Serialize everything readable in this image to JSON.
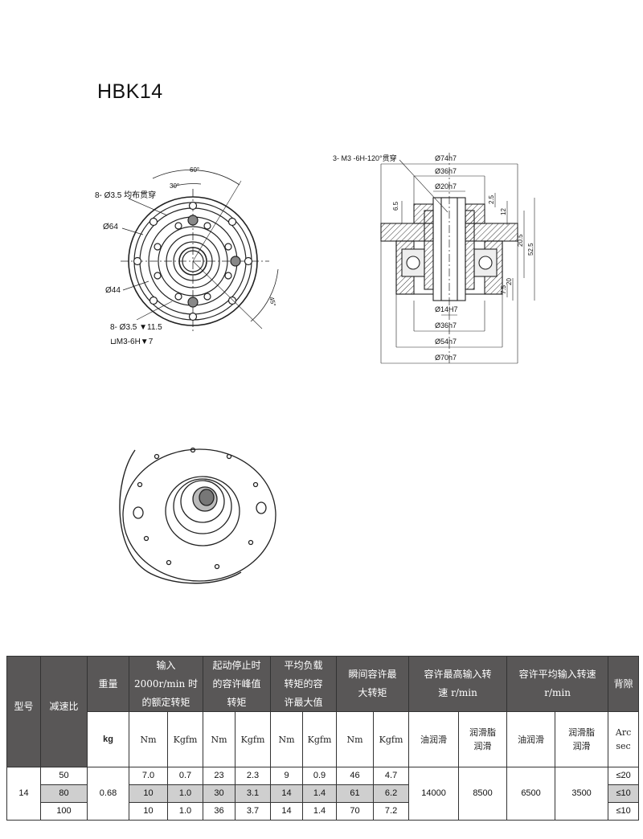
{
  "title": "HBK14",
  "front_view": {
    "label_holes_top": "8- Ø3.5 均布贯穿",
    "label_d64": "Ø64",
    "label_d44": "Ø44",
    "label_holes_bottom": "8- Ø3.5 ▼11.5",
    "label_thread": "⊔M3-6H▼7",
    "angle_60": "60°",
    "angle_30": "30°",
    "angle_45": "45°"
  },
  "section_view": {
    "label_thread_top": "3- M3 -6H-120°贯穿",
    "dims_top": [
      "Ø74h7",
      "Ø36h7",
      "Ø20h7"
    ],
    "dims_bottom": [
      "Ø14H7",
      "Ø36h7",
      "Ø54h7",
      "Ø70h7"
    ],
    "dims_side_left": "6.5",
    "dims_side_right": [
      "12",
      "2.5",
      "20.5",
      "52.5",
      "20",
      "7.5"
    ]
  },
  "table": {
    "headers": {
      "model": "型号",
      "ratio": "减速比",
      "weight": "重量",
      "rated_torque": [
        "输入",
        "2000r/min 时",
        "的额定转矩"
      ],
      "peak_torque": [
        "起动停止时",
        "的容许峰值",
        "转矩"
      ],
      "avg_torque": [
        "平均负载",
        "转矩的容",
        "许最大值"
      ],
      "instant_torque": [
        "瞬间容许最",
        "大转矩"
      ],
      "max_speed": [
        "容许最高输入转",
        "速 r/min"
      ],
      "avg_speed": [
        "容许平均输入转速",
        "r/min"
      ],
      "backlash": "背隙"
    },
    "units": {
      "weight": "kg",
      "nm": "Nm",
      "kgfm": "Kgfm",
      "oil": "油润滑",
      "grease": [
        "润滑脂",
        "润滑"
      ],
      "arc": [
        "Arc",
        "sec"
      ]
    },
    "model": "14",
    "weight": "0.68",
    "max_speed_oil": "14000",
    "max_speed_grease": "8500",
    "avg_speed_oil": "6500",
    "avg_speed_grease": "3500",
    "rows": [
      {
        "ratio": "50",
        "rated_nm": "7.0",
        "rated_kgfm": "0.7",
        "peak_nm": "23",
        "peak_kgfm": "2.3",
        "avg_nm": "9",
        "avg_kgfm": "0.9",
        "inst_nm": "46",
        "inst_kgfm": "4.7",
        "backlash": "≤20"
      },
      {
        "ratio": "80",
        "rated_nm": "10",
        "rated_kgfm": "1.0",
        "peak_nm": "30",
        "peak_kgfm": "3.1",
        "avg_nm": "14",
        "avg_kgfm": "1.4",
        "inst_nm": "61",
        "inst_kgfm": "6.2",
        "backlash": "≤10"
      },
      {
        "ratio": "100",
        "rated_nm": "10",
        "rated_kgfm": "1.0",
        "peak_nm": "36",
        "peak_kgfm": "3.7",
        "avg_nm": "14",
        "avg_kgfm": "1.4",
        "inst_nm": "70",
        "inst_kgfm": "7.2",
        "backlash": "≤10"
      }
    ]
  },
  "colors": {
    "header_bg": "#595757",
    "highlight_row": "#cfcfcf",
    "line": "#222222"
  }
}
